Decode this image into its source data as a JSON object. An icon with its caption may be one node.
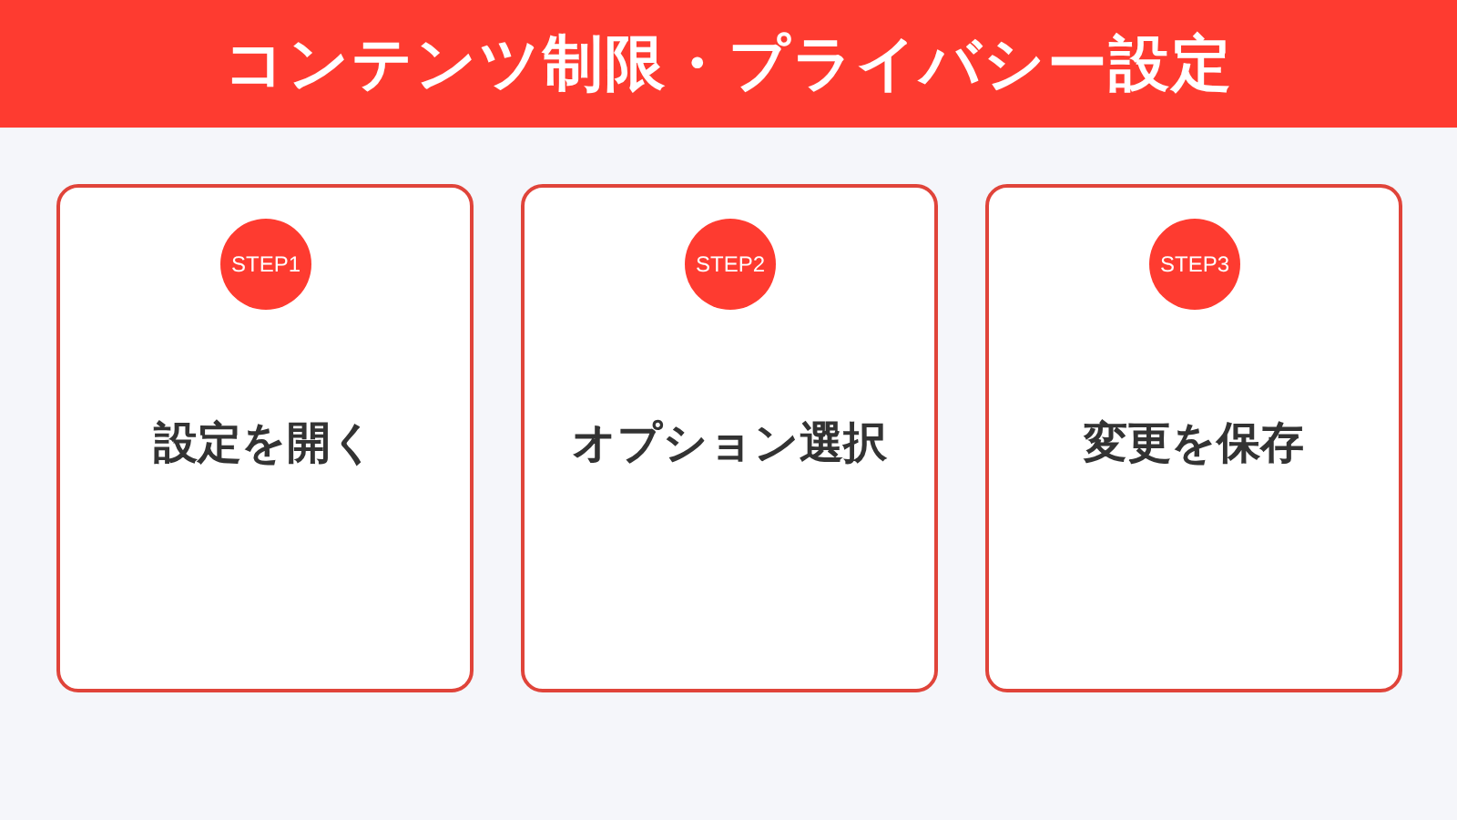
{
  "diagram": {
    "title": "コンテンツ制限・プライバシー設定",
    "nodes": [
      {
        "text": [
          "設定を開く"
        ]
      },
      {
        "text": [
          "STEP1"
        ],
        "in": 0
      },
      {
        "text": [
          "オプション選択"
        ]
      },
      {
        "text": [
          "STEP2"
        ],
        "in": 2
      },
      {
        "text": [
          "変更を保存"
        ]
      },
      {
        "text": [
          "STEP3"
        ],
        "in": 4
      }
    ]
  }
}
